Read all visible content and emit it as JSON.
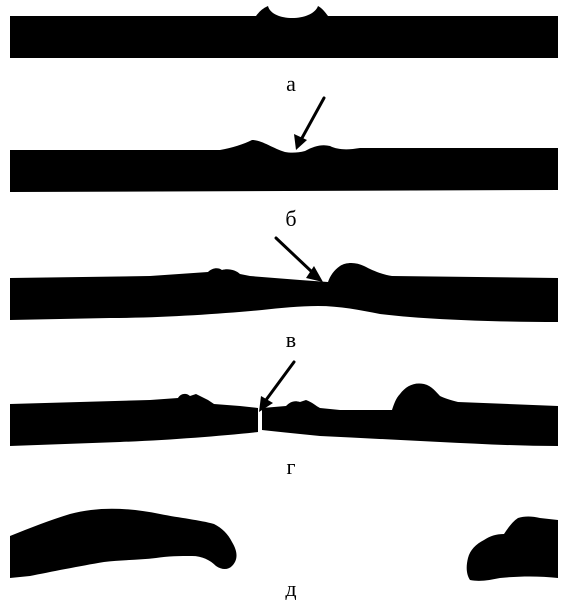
{
  "panels": [
    {
      "id": "a",
      "label": "а"
    },
    {
      "id": "b",
      "label": "б"
    },
    {
      "id": "v",
      "label": "в"
    },
    {
      "id": "g",
      "label": "г"
    },
    {
      "id": "d",
      "label": "д"
    }
  ],
  "colors": {
    "fill": "#000000",
    "background": "#ffffff"
  }
}
